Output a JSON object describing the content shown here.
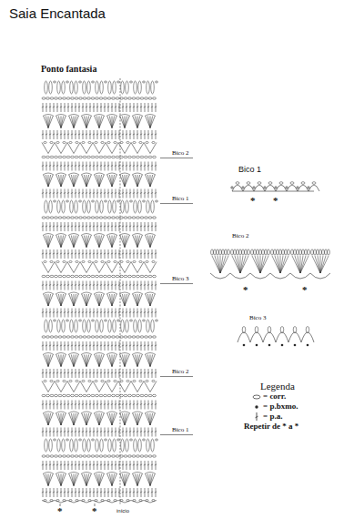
{
  "diagram": {
    "title": "Saia Encantada",
    "labels": [
      "Ponto fantasia",
      "Bico 2",
      "Bico 1",
      "Bico 3",
      "Bico 2",
      "Bico 1",
      "*",
      "*",
      "início",
      "Bico 1",
      "*",
      "*",
      "Bico 2",
      "*",
      "*",
      "Bico 3",
      "Legenda",
      "Repetir de * a *"
    ],
    "legend": [
      {
        "text": "= corr."
      },
      {
        "text": "= p.bxmo."
      },
      {
        "text": "= p.a."
      }
    ]
  }
}
